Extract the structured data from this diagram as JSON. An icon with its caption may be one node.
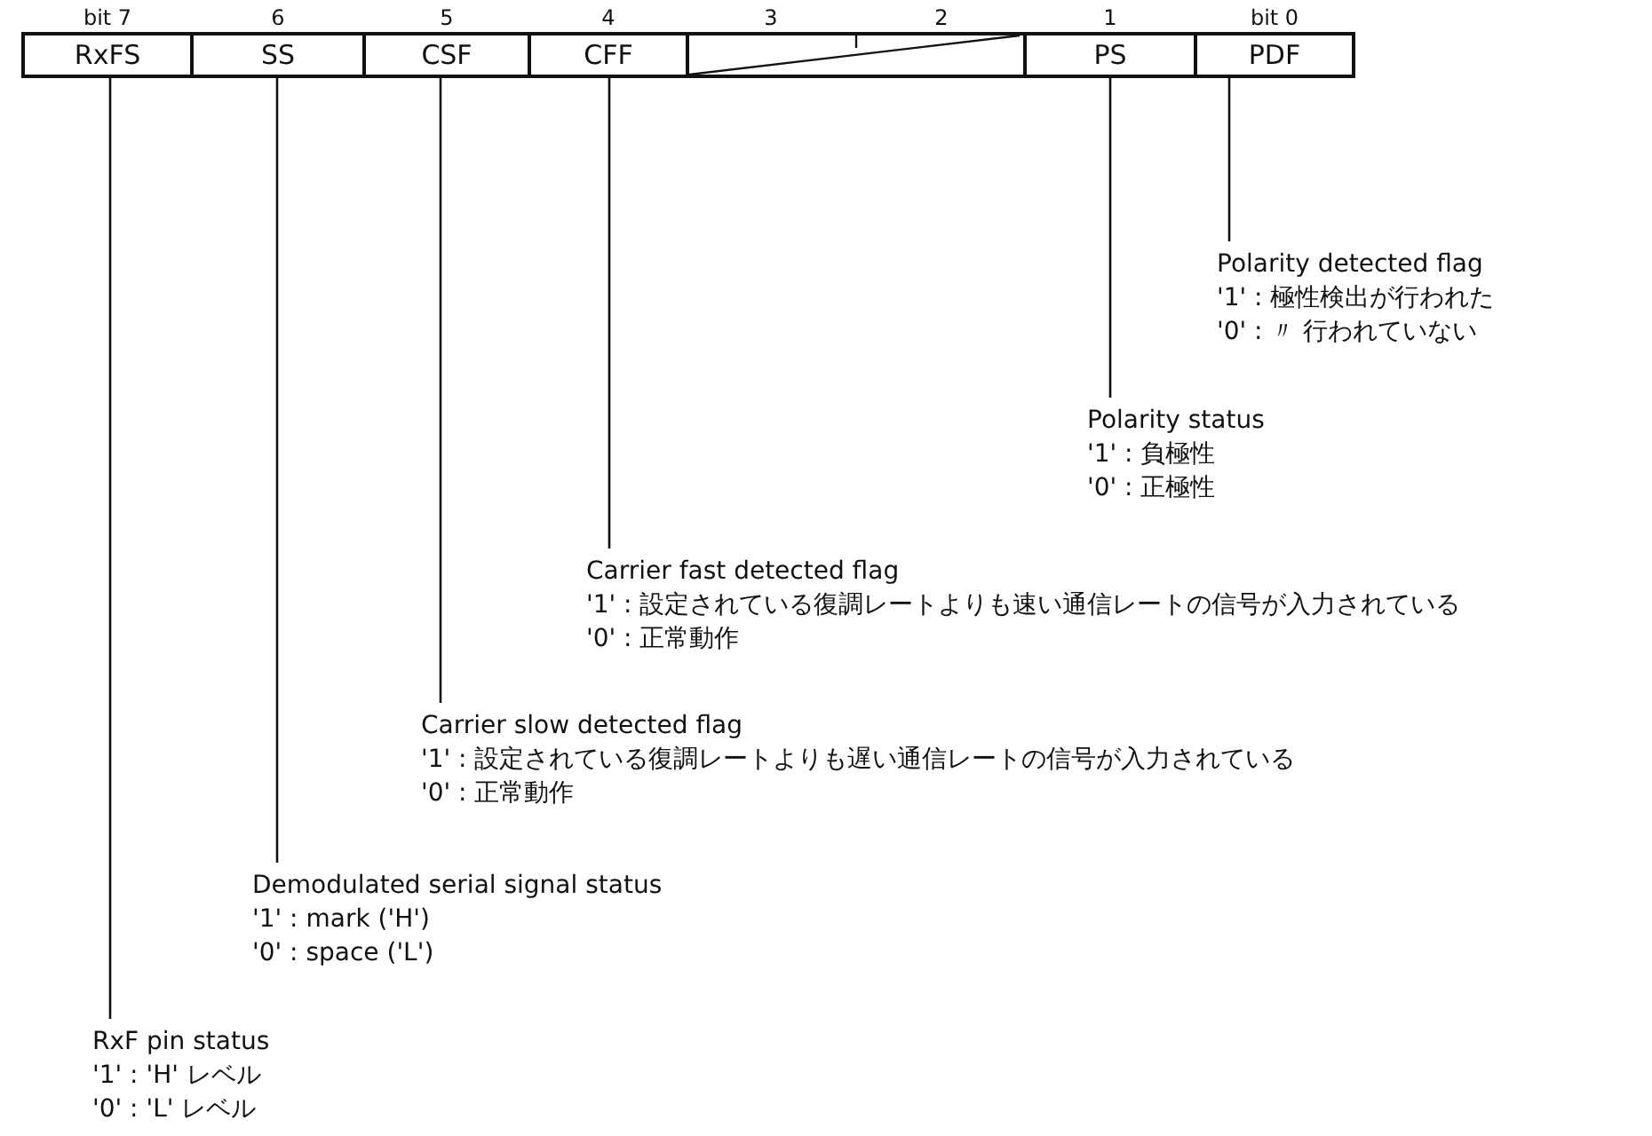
{
  "diagram": {
    "nodes": [
      {
        "text": [
          "RxFS"
        ],
        "beside": [
          "bit 7"
        ]
      },
      {
        "text": [
          "SS"
        ],
        "beside": [
          "6"
        ]
      },
      {
        "text": [
          "CSF"
        ],
        "beside": [
          "5"
        ]
      },
      {
        "text": [
          "CFF"
        ],
        "beside": [
          "4"
        ]
      },
      {
        "text": [],
        "shape": "box",
        "beside": [
          "3",
          "2"
        ]
      },
      {
        "text": [
          "PS"
        ],
        "beside": [
          "1"
        ]
      },
      {
        "text": [
          "PDF"
        ],
        "beside": [
          "bit 0"
        ]
      },
      {
        "text": [
          "Polarity detected flag",
          "'1' : 極性検出が行われた",
          "'0' :  〃 行われていない"
        ]
      },
      {
        "text": [
          "Polarity status",
          "'1' : 負極性",
          "'0' : 正極性"
        ]
      },
      {
        "text": [
          "Carrier fast detected flag",
          "'1' : 設定されている復調レートよりも速い通信レートの信号が入力されている",
          "'0' : 正常動作"
        ]
      },
      {
        "text": [
          "Carrier slow detected flag",
          "'1' : 設定されている復調レートよりも遅い通信レートの信号が入力されている",
          "'0' : 正常動作"
        ]
      },
      {
        "text": [
          "Demodulated serial signal status",
          "'1' : mark ('H')",
          "'0' : space ('L')"
        ]
      },
      {
        "text": [
          "RxF pin status",
          "'1' : 'H' レベル",
          "'0' : 'L' レベル"
        ]
      }
    ],
    "edges": [
      {
        "from": 7,
        "to": 6,
        "arrow": "none"
      },
      {
        "from": 8,
        "to": 5,
        "arrow": "none"
      },
      {
        "from": 9,
        "to": 3,
        "arrow": "none"
      },
      {
        "from": 10,
        "to": 2,
        "arrow": "none"
      },
      {
        "from": 11,
        "to": 1,
        "arrow": "none"
      },
      {
        "from": 12,
        "to": 0,
        "arrow": "none"
      }
    ]
  }
}
